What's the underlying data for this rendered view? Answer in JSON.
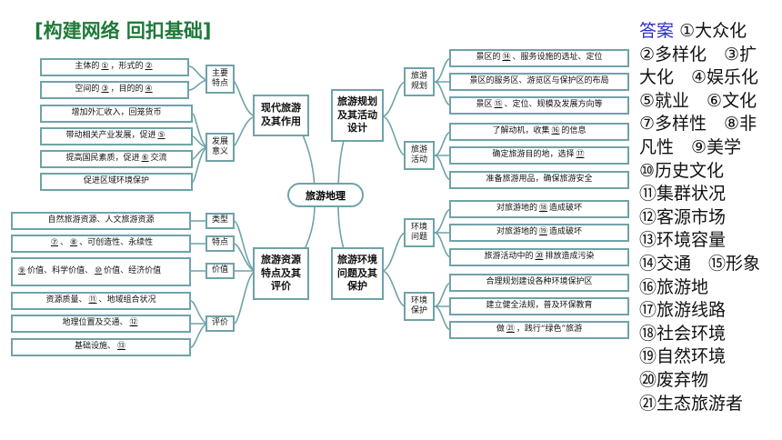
{
  "title": "[构建网络 回扣基础]",
  "center": "旅游地理",
  "mid": {
    "modern": "现代旅游\n及其作用",
    "planning": "旅游规划\n及其活动\n设计",
    "resources": "旅游资源\n特点及其\n评价",
    "environment": "旅游环境\n问题及其\n保护"
  },
  "left": {
    "modern_cats": [
      "主要\n特点",
      "发展\n意义"
    ],
    "modern_items": [
      [
        "主体的",
        "①",
        "，形式的",
        "②",
        ""
      ],
      [
        "空间的",
        "③",
        "，目的的",
        "④",
        ""
      ],
      [
        "增加外汇收入，回笼货币"
      ],
      [
        "带动相关产业发展，促进",
        "⑤",
        ""
      ],
      [
        "提高国民素质，促进",
        "⑥",
        "交流"
      ],
      [
        "促进区域环境保护"
      ]
    ],
    "resource_cats": [
      "类型",
      "特点",
      "价值",
      "评价"
    ],
    "resource_items": [
      [
        "自然旅游资源、人文旅游资源"
      ],
      [
        "",
        "⑦",
        "、",
        "⑧",
        "、可创造性、永续性"
      ],
      [
        "",
        "⑨",
        "价值、科学价值、",
        "⑩",
        "价值、经济价值"
      ],
      [
        "资源质量、",
        "⑪",
        "、地域组合状况"
      ],
      [
        "地理位置及交通、",
        "⑫",
        ""
      ],
      [
        "基础设施、",
        "⑬",
        ""
      ]
    ]
  },
  "right": {
    "planning_cats": [
      "旅游\n规划",
      "旅游\n活动"
    ],
    "planning_items": [
      [
        "景区的",
        "⑭",
        "、服务设施的选址、定位"
      ],
      [
        "景区的服务区、游览区与保护区的布局"
      ],
      [
        "景区",
        "⑮",
        "、定位、规模及发展方向等"
      ],
      [
        "了解动机，收集",
        "⑯",
        "的信息"
      ],
      [
        "确定旅游目的地，选择",
        "⑰",
        ""
      ],
      [
        "准备旅游用品，确保旅游安全"
      ]
    ],
    "env_cats": [
      "环境\n问题",
      "环境\n保护"
    ],
    "env_items": [
      [
        "对旅游地的",
        "⑱",
        "造成破坏"
      ],
      [
        "对旅游地的",
        "⑲",
        "造成破坏"
      ],
      [
        "旅游活动中的",
        "⑳",
        "排放造成污染"
      ],
      [
        "合理规划建设各种环境保护区"
      ],
      [
        "建立健全法规，普及环保教育"
      ],
      [
        "做",
        "㉑",
        "，践行“绿色”旅游"
      ]
    ]
  },
  "answers": {
    "label": "答案",
    "lines": [
      "①大众化",
      "②多样化　③扩",
      "大化　④娱乐化",
      "⑤就业　⑥文化",
      "⑦多样性　⑧非",
      "凡性　⑨美学",
      "⑩历史文化",
      "⑪集群状况",
      "⑫客源市场",
      "⑬环境容量",
      "⑭交通　⑮形象",
      "⑯旅游地",
      "⑰旅游线路",
      "⑱社会环境",
      "⑲自然环境",
      "⑳废弃物",
      "㉑生态旅游者"
    ]
  },
  "colors": {
    "border": "#6fa3a8",
    "title": "#1e7a3a",
    "answer_label": "#3030c0"
  }
}
